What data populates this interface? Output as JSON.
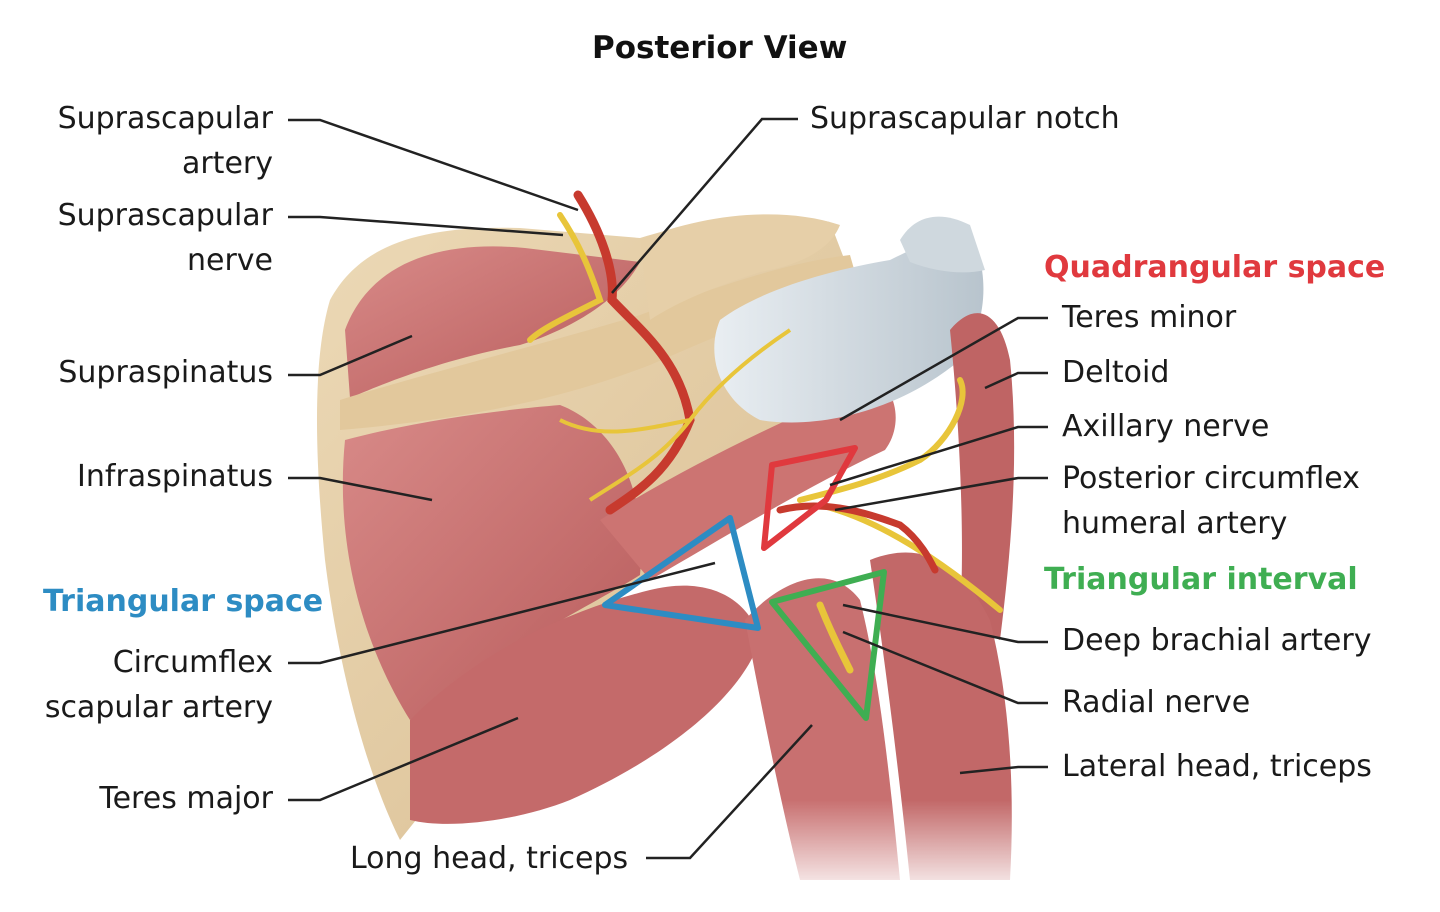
{
  "title": "Posterior View",
  "colors": {
    "quadrangular": "#e0393e",
    "triangular_space": "#2d8cc3",
    "triangular_interval": "#3fae52",
    "muscle": "#c7706f",
    "bone": "#e6cfa9",
    "artery": "#c73a2e",
    "nerve": "#e8c53a",
    "tendon": "#d5dde3",
    "leader": "#222222"
  },
  "labels": {
    "suprascapular_artery": [
      "Suprascapular",
      "artery"
    ],
    "suprascapular_nerve": [
      "Suprascapular",
      "nerve"
    ],
    "supraspinatus": "Supraspinatus",
    "infraspinatus": "Infraspinatus",
    "circumflex_scapular_artery": [
      "Circumflex",
      "scapular artery"
    ],
    "teres_major": "Teres major",
    "long_head_triceps": "Long head, triceps",
    "suprascapular_notch": "Suprascapular notch",
    "teres_minor": "Teres minor",
    "deltoid": "Deltoid",
    "axillary_nerve": "Axillary nerve",
    "posterior_circumflex_humeral_artery": [
      "Posterior circumflex",
      "humeral artery"
    ],
    "deep_brachial_artery": "Deep brachial artery",
    "radial_nerve": "Radial nerve",
    "lateral_head_triceps": "Lateral head, triceps"
  },
  "spaces": {
    "quadrangular": "Quadrangular space",
    "triangular_space": "Triangular space",
    "triangular_interval": "Triangular interval"
  }
}
